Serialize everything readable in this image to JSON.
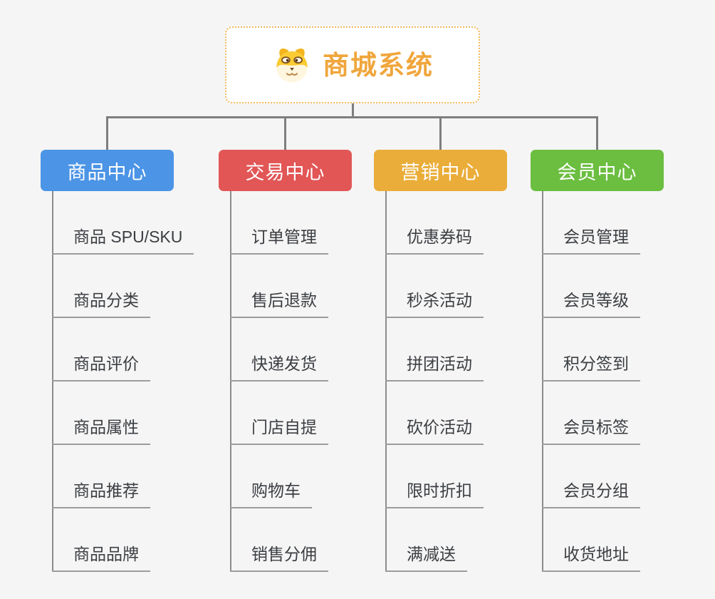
{
  "root": {
    "title": "商城系统",
    "icon": "dog-icon",
    "text_color": "#f0a63c",
    "border_color": "#f3ba5d",
    "bg_color": "#ffffff"
  },
  "theme": {
    "background": "#f5f5f5",
    "connector_color": "#7e7e7e",
    "trunk_color": "#8c8c8c",
    "underline_color": "#9c9c9c",
    "child_text_color": "#3b3e42",
    "header_text_color": "#ffffff"
  },
  "branches": [
    {
      "label": "商品中心",
      "color": "#4b94e6",
      "children": [
        "商品 SPU/SKU",
        "商品分类",
        "商品评价",
        "商品属性",
        "商品推荐",
        "商品品牌"
      ]
    },
    {
      "label": "交易中心",
      "color": "#e25656",
      "children": [
        "订单管理",
        "售后退款",
        "快递发货",
        "门店自提",
        "购物车",
        "销售分佣"
      ]
    },
    {
      "label": "营销中心",
      "color": "#eaad39",
      "children": [
        "优惠券码",
        "秒杀活动",
        "拼团活动",
        "砍价活动",
        "限时折扣",
        "满减送"
      ]
    },
    {
      "label": "会员中心",
      "color": "#6bbe40",
      "children": [
        "会员管理",
        "会员等级",
        "积分签到",
        "会员标签",
        "会员分组",
        "收货地址"
      ]
    }
  ]
}
